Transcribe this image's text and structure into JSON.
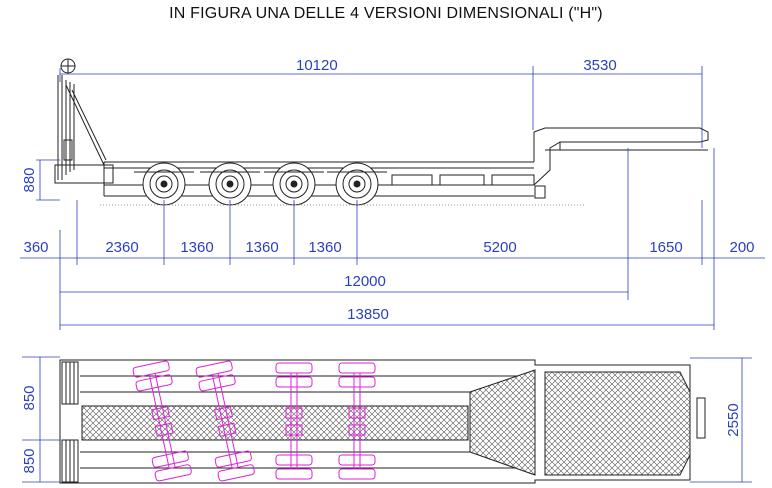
{
  "title": "IN FIGURA UNA DELLE 4 VERSIONI DIMENSIONALI (\"H\")",
  "side_view": {
    "top_dims": {
      "deck_length": "10120",
      "gooseneck_length": "3530"
    },
    "height": "880",
    "bottom_dims": [
      "360",
      "2360",
      "1360",
      "1360",
      "1360",
      "5200",
      "1650",
      "200"
    ],
    "overall_12000": "12000",
    "overall_13850": "13850"
  },
  "top_view": {
    "left_upper": "850",
    "left_lower": "850",
    "width": "2550"
  },
  "colors": {
    "dimension": "#2b3fbf",
    "axle": "#e020d8",
    "outline": "#222222"
  }
}
